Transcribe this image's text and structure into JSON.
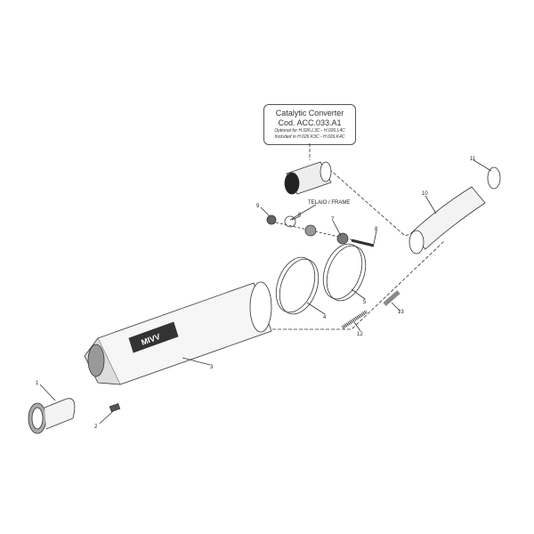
{
  "callout": {
    "title": "Catalytic Converter",
    "code": "Cod. ACC.033.A1",
    "optional": "Optional for H.026.L3C - H.026.L4C",
    "included": "Included in H.026.K3C - H.026.K4C"
  },
  "frame_label": "TELAIO / FRAME",
  "brand_logo": "MIVV",
  "parts": [
    "1",
    "2",
    "3",
    "4",
    "5",
    "6",
    "7",
    "8",
    "9",
    "10",
    "11",
    "12",
    "13"
  ]
}
